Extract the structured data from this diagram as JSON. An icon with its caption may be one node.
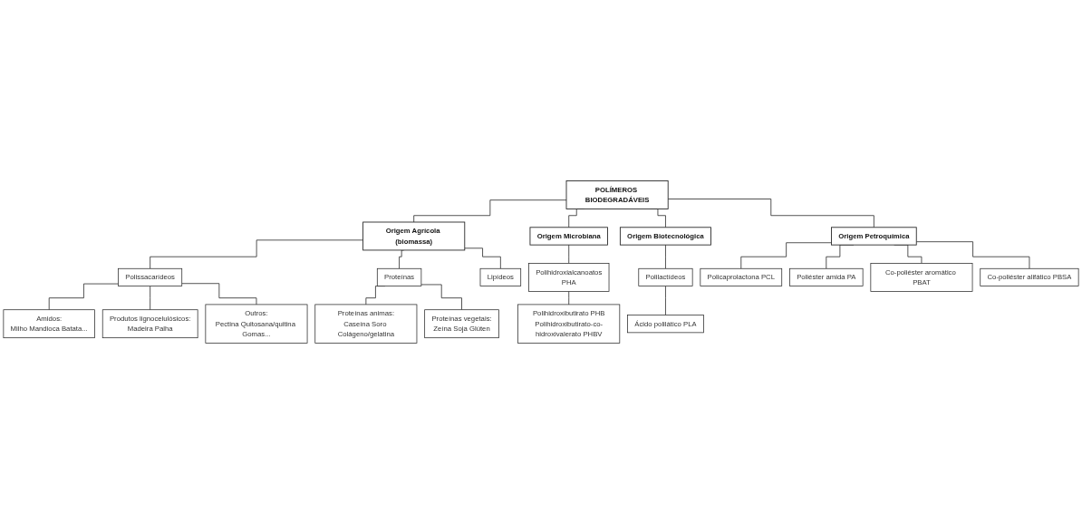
{
  "diagram": {
    "nodes": [
      {
        "text": [
          "POLÍMEROS BIODEGRADÁVEIS"
        ]
      },
      {
        "text": [
          "Origem Agrícola (biomassa)"
        ]
      },
      {
        "text": [
          "Origem Microbiana"
        ]
      },
      {
        "text": [
          "Origem Biotecnológica"
        ]
      },
      {
        "text": [
          "Origem Petroquímica"
        ]
      },
      {
        "text": [
          "Polissacarídeos"
        ]
      },
      {
        "text": [
          "Proteínas"
        ]
      },
      {
        "text": [
          "Lipídeos"
        ]
      },
      {
        "text": [
          "Amidos:",
          "Milho Mandioca Batata..."
        ]
      },
      {
        "text": [
          "Produtos lignocelulósicos:",
          "Madeira Palha"
        ]
      },
      {
        "text": [
          "Outros:",
          "Pectina Quitosana/quitina Gomas..."
        ]
      },
      {
        "text": [
          "Proteínas animas:",
          "Caseína Soro Colágeno/gelatina"
        ]
      },
      {
        "text": [
          "Proteínas vegetais:",
          "Zeína Soja Glúten"
        ]
      },
      {
        "text": [
          "Polihidroxialcanoatos",
          "PHA"
        ]
      },
      {
        "text": [
          "Polihidroxibutirato PHB",
          "Polihidroxibutirato-co-hidroxivalerato PHBV"
        ]
      },
      {
        "text": [
          "Polilactídeos"
        ]
      },
      {
        "text": [
          "Ácido polilático PLA"
        ]
      },
      {
        "text": [
          "Policaprolactona PCL"
        ]
      },
      {
        "text": [
          "Poliéster amida PA"
        ]
      },
      {
        "text": [
          "Co-poliéster aromático PBAT"
        ]
      },
      {
        "text": [
          "Co-poliéster alifático PBSA"
        ]
      }
    ],
    "edges": [
      {
        "from": 0,
        "to": 1,
        "arrow": "none"
      },
      {
        "from": 0,
        "to": 2,
        "arrow": "none"
      },
      {
        "from": 0,
        "to": 3,
        "arrow": "none"
      },
      {
        "from": 0,
        "to": 4,
        "arrow": "none"
      },
      {
        "from": 1,
        "to": 5,
        "arrow": "none"
      },
      {
        "from": 1,
        "to": 6,
        "arrow": "none"
      },
      {
        "from": 1,
        "to": 7,
        "arrow": "none"
      },
      {
        "from": 5,
        "to": 8,
        "arrow": "none"
      },
      {
        "from": 5,
        "to": 9,
        "arrow": "none"
      },
      {
        "from": 5,
        "to": 10,
        "arrow": "none"
      },
      {
        "from": 6,
        "to": 11,
        "arrow": "none"
      },
      {
        "from": 6,
        "to": 12,
        "arrow": "none"
      },
      {
        "from": 2,
        "to": 13,
        "arrow": "none"
      },
      {
        "from": 13,
        "to": 14,
        "arrow": "none"
      },
      {
        "from": 3,
        "to": 15,
        "arrow": "none"
      },
      {
        "from": 15,
        "to": 16,
        "arrow": "none"
      },
      {
        "from": 4,
        "to": 17,
        "arrow": "none"
      },
      {
        "from": 4,
        "to": 18,
        "arrow": "none"
      },
      {
        "from": 4,
        "to": 19,
        "arrow": "none"
      },
      {
        "from": 4,
        "to": 20,
        "arrow": "none"
      }
    ]
  }
}
